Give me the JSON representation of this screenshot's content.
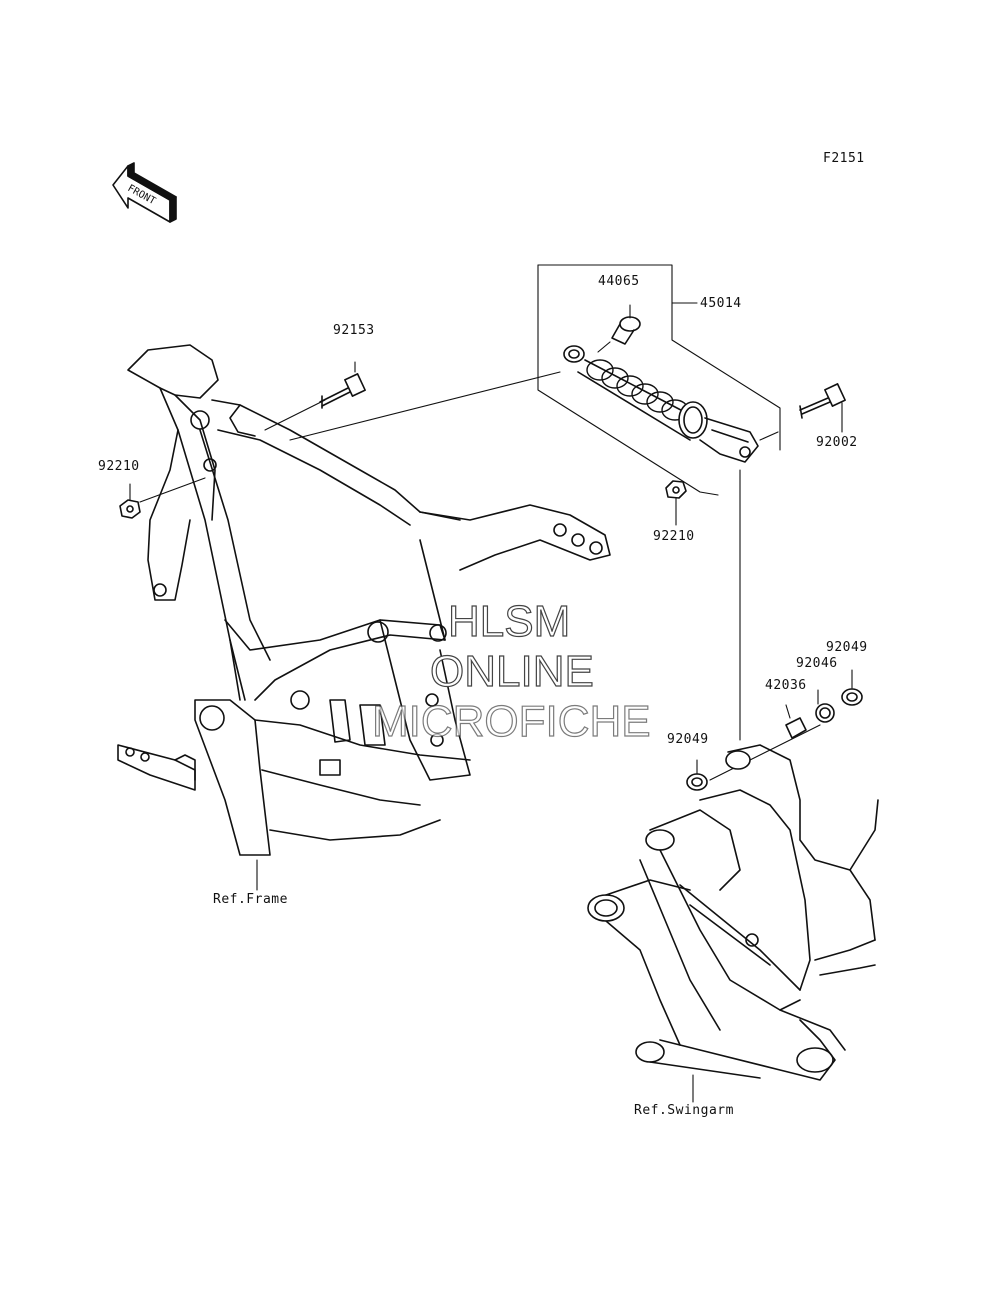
{
  "figure_code": "F2151",
  "front_arrow_label": "FRONT",
  "watermark": {
    "line1": "HLSM",
    "line2": "ONLINE",
    "line3": "MICROFICHE"
  },
  "parts": {
    "p44065": "44065",
    "p45014": "45014",
    "p92153": "92153",
    "p92002": "92002",
    "p92210_left": "92210",
    "p92210_right": "92210",
    "p92049_top": "92049",
    "p92046": "92046",
    "p42036": "42036",
    "p92049_left": "92049"
  },
  "references": {
    "frame": "Ref.Frame",
    "swingarm": "Ref.Swingarm"
  }
}
